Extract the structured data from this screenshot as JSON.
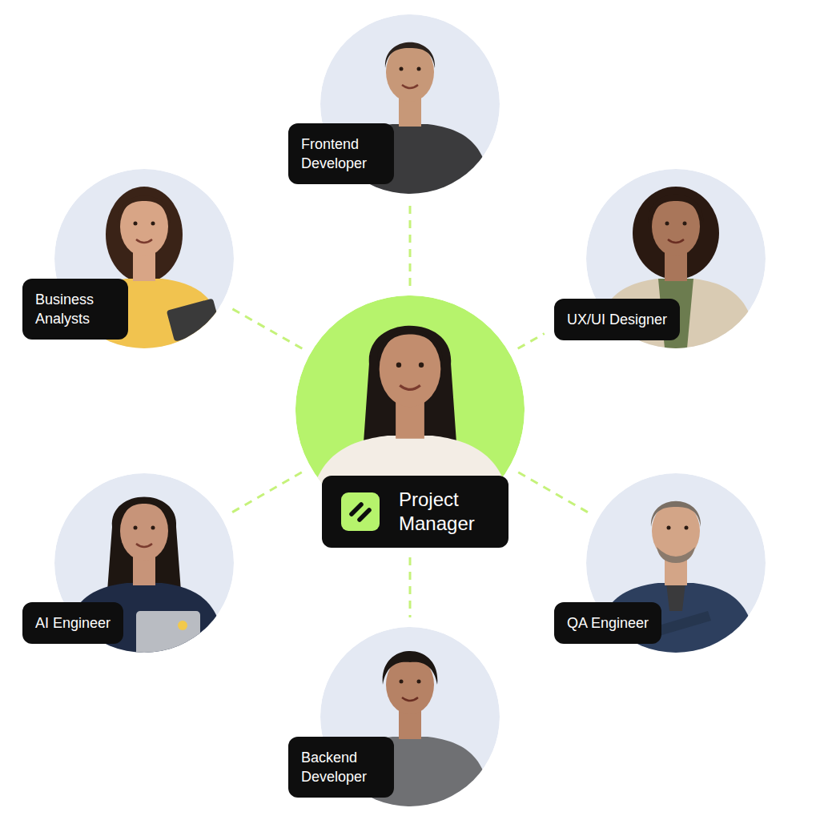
{
  "diagram": {
    "nodes": [
      {
        "text": [
          "Frontend Developer"
        ]
      },
      {
        "text": [
          "Business Analysts"
        ]
      },
      {
        "text": [
          "UX/UI Designer"
        ]
      },
      {
        "text": [
          "Project Manager"
        ]
      },
      {
        "text": [
          "AI Engineer"
        ]
      },
      {
        "text": [
          "QA Engineer"
        ]
      },
      {
        "text": [
          "Backend Developer"
        ]
      }
    ],
    "edges": [
      {
        "from": 3,
        "to": 0,
        "arrow": "none"
      },
      {
        "from": 3,
        "to": 1,
        "arrow": "none"
      },
      {
        "from": 3,
        "to": 2,
        "arrow": "none"
      },
      {
        "from": 3,
        "to": 4,
        "arrow": "none"
      },
      {
        "from": 3,
        "to": 5,
        "arrow": "none"
      },
      {
        "from": 3,
        "to": 6,
        "arrow": "none"
      }
    ]
  }
}
